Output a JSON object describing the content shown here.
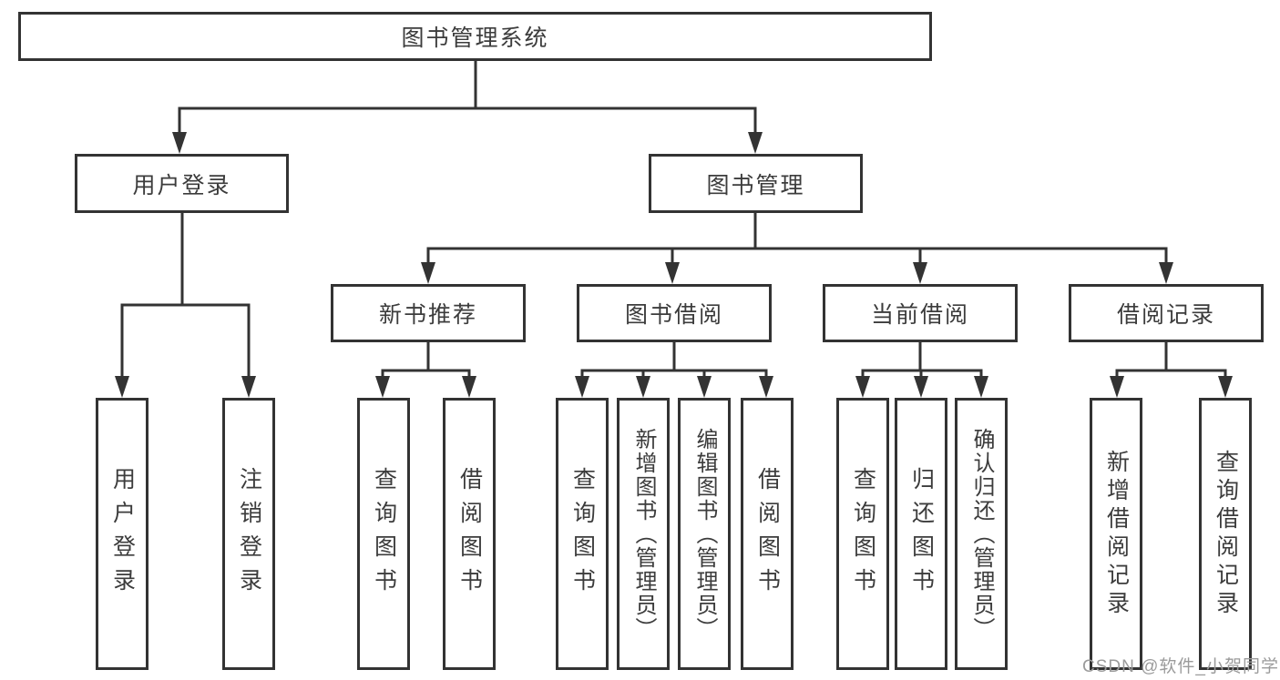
{
  "colors": {
    "line": "#333333",
    "text": "#3c3c3c",
    "background": "#ffffff",
    "watermark": "#9b9b9b"
  },
  "watermark": "CSDN @软件_小贺同学",
  "tree": {
    "label": "图书管理系统",
    "children": [
      {
        "label": "用户登录",
        "children": [
          {
            "label": "用户登录"
          },
          {
            "label": "注销登录"
          }
        ]
      },
      {
        "label": "图书管理",
        "children": [
          {
            "label": "新书推荐",
            "children": [
              {
                "label": "查询图书"
              },
              {
                "label": "借阅图书"
              }
            ]
          },
          {
            "label": "图书借阅",
            "children": [
              {
                "label": "查询图书"
              },
              {
                "label": "新增图书（管理员）"
              },
              {
                "label": "编辑图书（管理员）"
              },
              {
                "label": "借阅图书"
              }
            ]
          },
          {
            "label": "当前借阅",
            "children": [
              {
                "label": "查询图书"
              },
              {
                "label": "归还图书"
              },
              {
                "label": "确认归还（管理员）"
              }
            ]
          },
          {
            "label": "借阅记录",
            "children": [
              {
                "label": "新增借阅记录"
              },
              {
                "label": "查询借阅记录"
              }
            ]
          }
        ]
      }
    ]
  }
}
